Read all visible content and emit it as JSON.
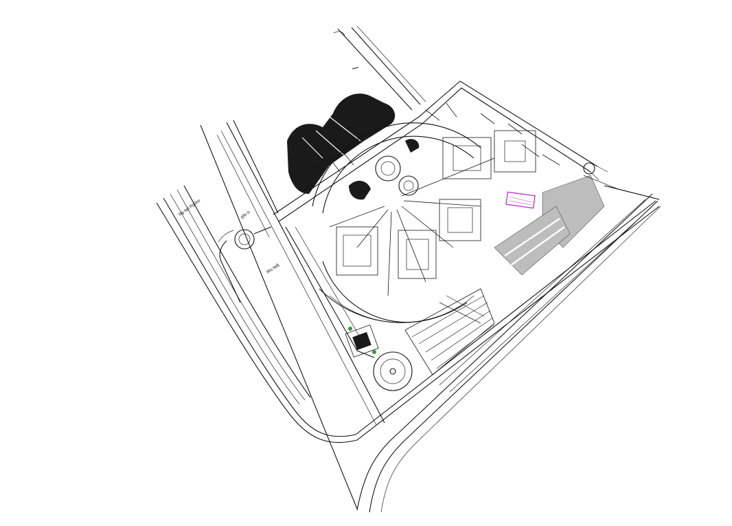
{
  "drawing": {
    "labels": {
      "road_label_left": "Rg tqd Rg3oo",
      "road_label_mid": "fRo tqdj",
      "junction_label": "g8o b"
    },
    "colors": {
      "line": "#111111",
      "background": "#ffffff",
      "highlight": "#c23bd6",
      "parking_fill": "#bdbdbd",
      "landscape_fill": "#1a1a1a",
      "tree_accent": "#2f9e3a"
    }
  }
}
